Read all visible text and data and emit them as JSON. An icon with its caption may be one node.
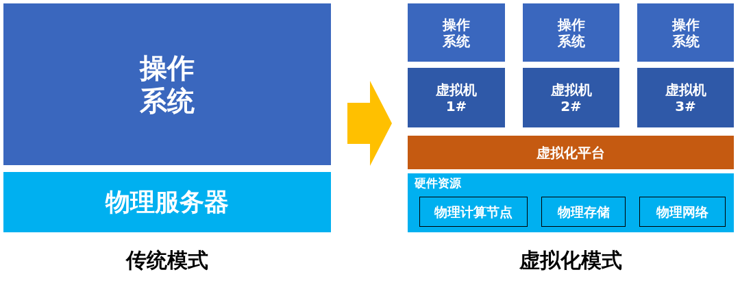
{
  "diagram": {
    "nodes": [
      {
        "text": [
          "操作系统"
        ]
      },
      {
        "text": [
          "物理服务器"
        ]
      },
      {
        "text": [
          "操作系统"
        ]
      },
      {
        "text": [
          "操作系统"
        ]
      },
      {
        "text": [
          "操作系统"
        ]
      },
      {
        "text": [
          "虚拟机1#"
        ]
      },
      {
        "text": [
          "虚拟机2#"
        ]
      },
      {
        "text": [
          "虚拟机3#"
        ]
      },
      {
        "text": [
          "虚拟化平台"
        ]
      },
      {
        "text": [
          "硬件资源"
        ]
      },
      {
        "text": [
          "物理计算节点"
        ],
        "in": 9
      },
      {
        "text": [
          "物理存储"
        ],
        "in": 9
      },
      {
        "text": [
          "物理网络"
        ],
        "in": 9
      }
    ],
    "edges": [
      {
        "from": 0,
        "to": 5,
        "arrow": "to",
        "style": "thick",
        "color": "#ffc000"
      }
    ],
    "labels": [
      "传统模式",
      "虚拟化模式"
    ]
  }
}
